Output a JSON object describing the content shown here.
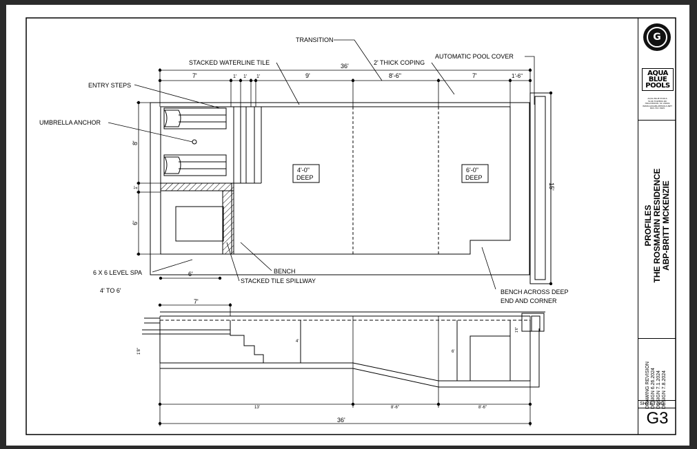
{
  "labels": {
    "transition": "TRANSITION",
    "stacked_waterline_tile": "STACKED WATERLINE TILE",
    "thick_coping": "2' THICK COPING",
    "automatic_pool_cover": "AUTOMATIC POOL COVER",
    "entry_steps": "ENTRY STEPS",
    "umbrella_anchor": "UMBRELLA ANCHOR",
    "level_spa": "6 X 6 LEVEL SPA",
    "spa_depth": "4' TO 6'",
    "bench": "BENCH",
    "stacked_tile_spillway": "STACKED TILE SPILLWAY",
    "bench_deep_1": "BENCH ACROSS DEEP",
    "bench_deep_2": "END AND CORNER",
    "depth_shallow_1": "4'-0\"",
    "depth_shallow_2": "DEEP",
    "depth_deep_1": "6'-0\"",
    "depth_deep_2": "DEEP"
  },
  "dimensions": {
    "top_total": "36'",
    "top_seg_7a": "7'",
    "top_seg_1a": "1'",
    "top_seg_1b": "1'",
    "top_seg_1c": "1'",
    "top_seg_9": "9'",
    "top_seg_86": "8'-6\"",
    "top_seg_7b": "7'",
    "top_seg_16": "1'-6\"",
    "left_8": "8'",
    "left_1": "1'",
    "left_6": "6'",
    "spa_6": "6'",
    "right_15": "15'",
    "section_7": "7'",
    "section_4": "4'",
    "section_6": "6'",
    "section_18": "1'8\"",
    "section_16": "1'6\"",
    "section_13": "13'",
    "section_86a": "8'-6\"",
    "section_86b": "8'-6\"",
    "bottom_total": "36'"
  },
  "title_block": {
    "logo_letter": "G",
    "brand_line1": "AQUA",
    "brand_line2": "BLUE",
    "brand_line3": "POOLS",
    "address": [
      "AQUA BLUE POOLS",
      "5106 TOWERS RD",
      "HOLLYWOOD, SC 29449",
      "WWW.AQUABLUEPOOLS.NET",
      "843-767-7665"
    ],
    "project_line1": "PROFILES",
    "project_line2": "THE ROSMARIN RESIDENCE",
    "project_line3": "ABP-BRITT MCKENZIE",
    "revision_title": "DRAWING REVISION",
    "revisions": [
      "DESIGN 6.26.2024",
      "DESIGN 7.1.2024",
      "DESIGN 7.8.2024"
    ],
    "sheet_no_label": "SHEET NO.",
    "sheet_no": "G3"
  }
}
